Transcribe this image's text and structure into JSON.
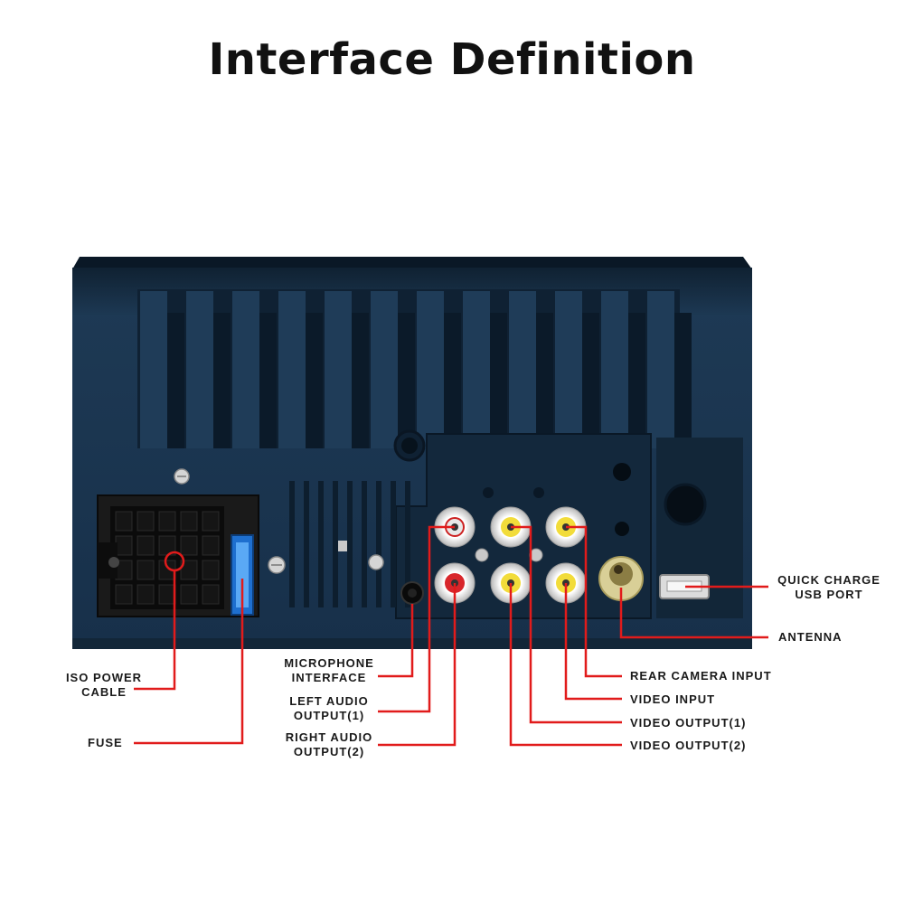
{
  "title": "Interface Definition",
  "labels": {
    "iso_power_cable": "ISO POWER\nCABLE",
    "fuse": "FUSE",
    "microphone_interface": "MICROPHONE\nINTERFACE",
    "left_audio_output": "LEFT AUDIO\nOUTPUT(1)",
    "right_audio_output": "RIGHT AUDIO\nOUTPUT(2)",
    "rear_camera_input": "REAR CAMERA INPUT",
    "video_input": "VIDEO INPUT",
    "video_output_1": "VIDEO OUTPUT(1)",
    "video_output_2": "VIDEO OUTPUT(2)",
    "quick_charge_usb_port": "QUICK CHARGE\nUSB PORT",
    "antenna": "ANTENNA"
  },
  "colors": {
    "leader_line": "#e11b1b",
    "panel": "#18314a",
    "panel_dark": "#0d1e2e",
    "rca_white": "#f2f2f2",
    "rca_red": "#d8262b",
    "rca_yellow": "#f2dc3a",
    "fuse": "#3a8fe0"
  }
}
